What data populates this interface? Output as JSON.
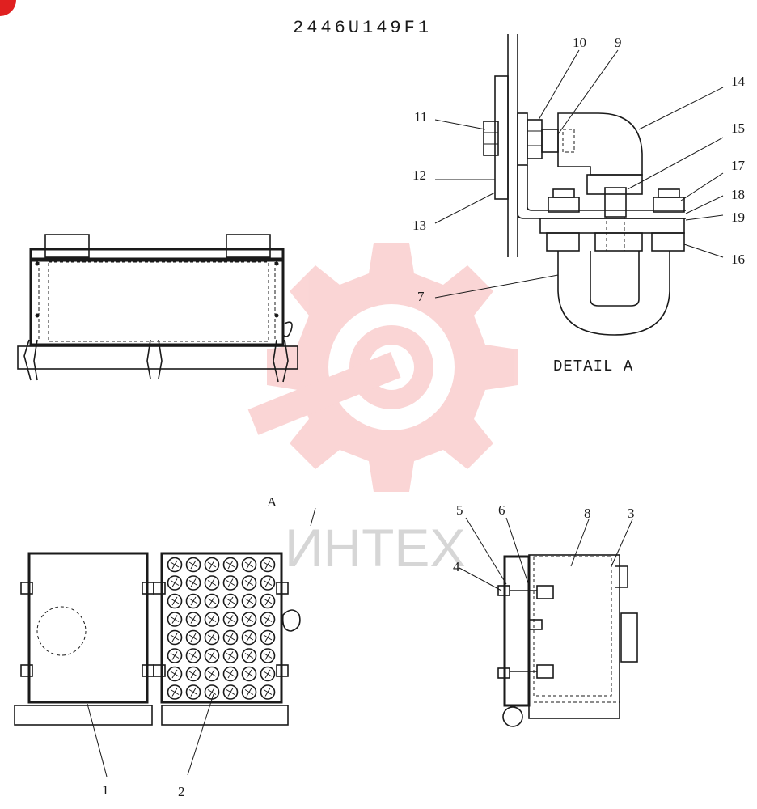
{
  "drawing_number": "2446U149F1",
  "detail_label": "DETAIL A",
  "view_marker": "A",
  "watermark_text": "ИНТЕХ",
  "colors": {
    "line": "#1a1a1a",
    "watermark": "#f06a6a",
    "corner_badge": "#e02020"
  },
  "callouts": {
    "c1": "1",
    "c2": "2",
    "c3": "3",
    "c4": "4",
    "c5": "5",
    "c6": "6",
    "c7": "7",
    "c8": "8",
    "c9": "9",
    "c10": "10",
    "c11": "11",
    "c12": "12",
    "c13": "13",
    "c14": "14",
    "c15": "15",
    "c16": "16",
    "c17": "17",
    "c18": "18",
    "c19": "19"
  }
}
